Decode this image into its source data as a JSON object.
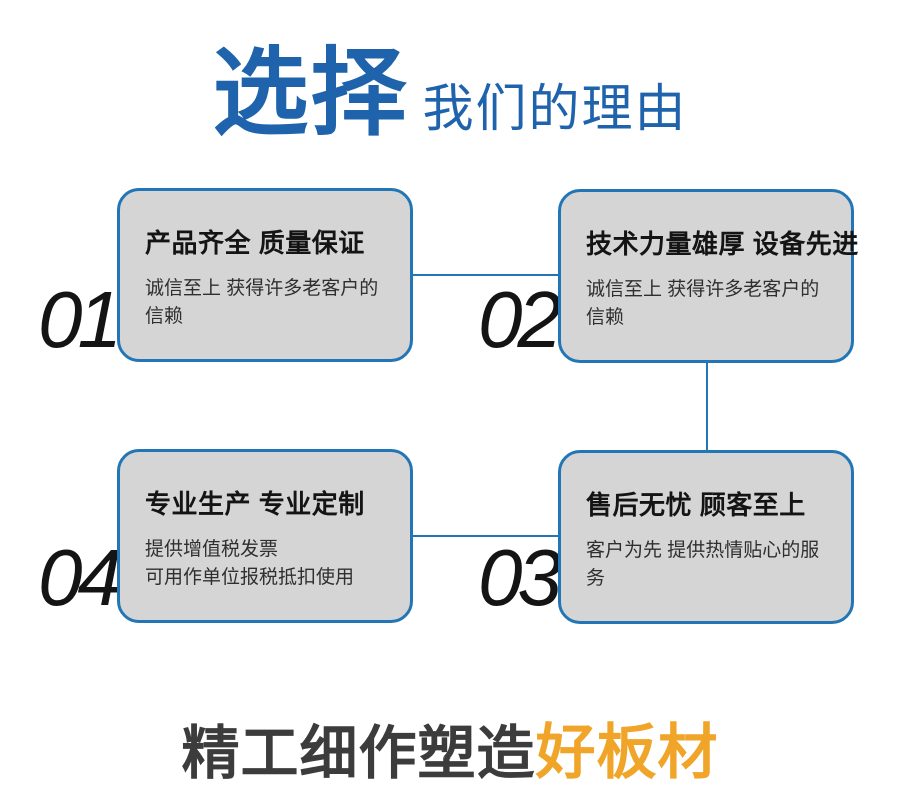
{
  "header": {
    "title_emphasis": "选择",
    "title_rest": "我们的理由"
  },
  "reasons": [
    {
      "number": "01",
      "title": "产品齐全 质量保证",
      "desc": "诚信至上 获得许多老客户的信赖"
    },
    {
      "number": "02",
      "title": "技术力量雄厚 设备先进",
      "desc": "诚信至上 获得许多老客户的信赖"
    },
    {
      "number": "03",
      "title": "售后无忧 顾客至上",
      "desc": "客户为先 提供热情贴心的服务"
    },
    {
      "number": "04",
      "title": "专业生产 专业定制",
      "desc": "提供增值税发票\n可用作单位报税抵扣使用"
    }
  ],
  "connections": [
    "01-02",
    "02-03",
    "04-03"
  ],
  "footer": {
    "headline_dark": "精工细作塑造",
    "headline_accent": "好板材"
  },
  "colors": {
    "title_blue": "#1e63ac",
    "line_blue": "#2376b5",
    "card_fill": "#d5d5d5",
    "number_black": "#141414",
    "headline_dark": "#3c3c3c",
    "accent_orange": "#f0a428"
  }
}
